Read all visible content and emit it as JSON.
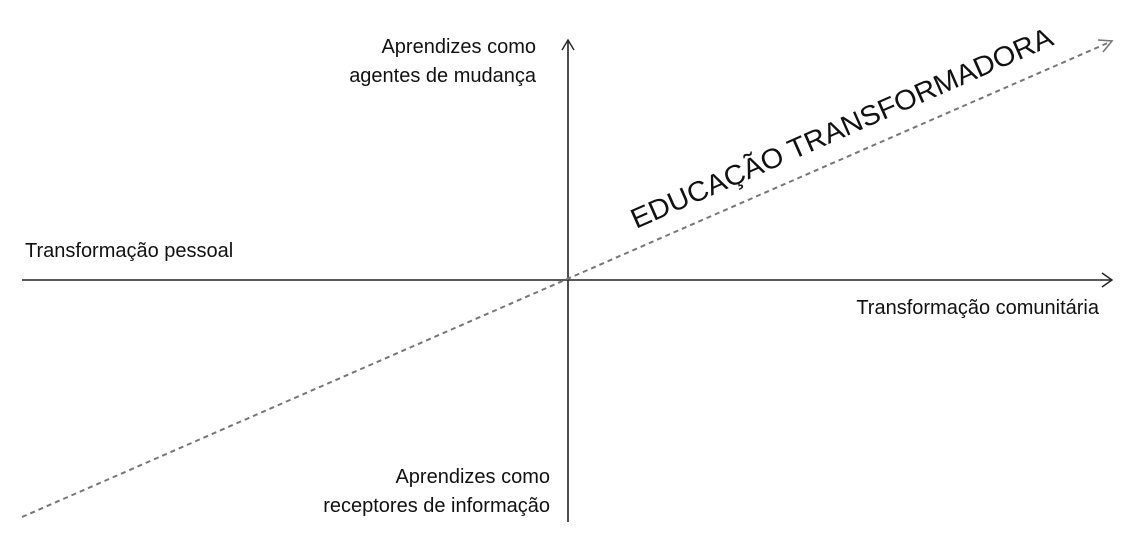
{
  "diagram": {
    "title_diagonal": "EDUCAÇÃO TRANSFORMADORA",
    "y_axis_top": [
      "Aprendizes como",
      "agentes de mudança"
    ],
    "y_axis_bottom": [
      "Aprendizes como",
      "receptores de informação"
    ],
    "x_axis_left": "Transformação pessoal",
    "x_axis_right": "Transformação comunitária",
    "colors": {
      "axis": "#222222",
      "dashed": "#777777",
      "text": "#111111"
    }
  }
}
